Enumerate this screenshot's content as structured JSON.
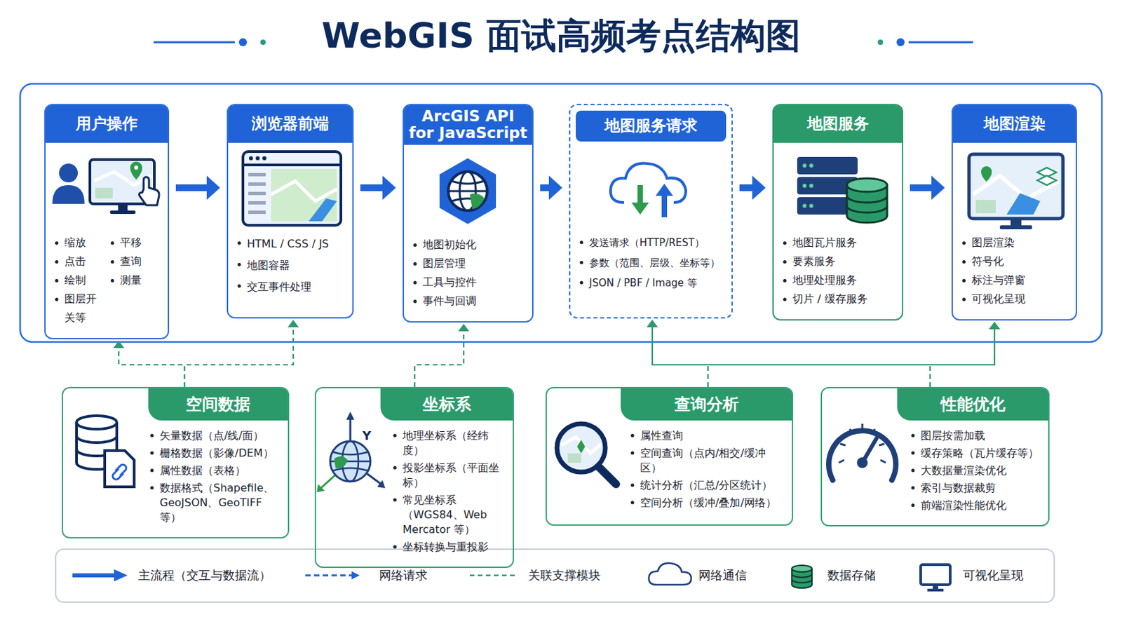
{
  "diagram": {
    "title": "WebGIS 面试高频考点结构图",
    "nodes": [
      {
        "text": [
          "用户操作",
          "缩放",
          "平移",
          "点击",
          "查询",
          "绘制",
          "测量",
          "图层开关等"
        ]
      },
      {
        "text": [
          "浏览器前端",
          "HTML / CSS / JS",
          "地图容器",
          "交互事件处理"
        ]
      },
      {
        "text": [
          "ArcGIS API for JavaScript",
          "地图初始化",
          "图层管理",
          "工具与控件",
          "事件与回调"
        ]
      },
      {
        "text": [
          "地图服务请求",
          "发送请求（HTTP/REST）",
          "参数（范围、层级、坐标等）",
          "JSON / PBF / Image 等"
        ]
      },
      {
        "text": [
          "地图服务",
          "地图瓦片服务",
          "要素服务",
          "地理处理服务",
          "切片 / 缓存服务"
        ]
      },
      {
        "text": [
          "地图渲染",
          "图层渲染",
          "符号化",
          "标注与弹窗",
          "可视化呈现"
        ]
      },
      {
        "text": [
          "空间数据",
          "矢量数据（点/线/面）",
          "栅格数据（影像/DEM）",
          "属性数据（表格）",
          "数据格式（Shapefile、GeoJSON、GeoTIFF等）"
        ]
      },
      {
        "text": [
          "坐标系",
          "地理坐标系（经纬度）",
          "投影坐标系（平面坐标）",
          "常见坐标系（WGS84、Web Mercator 等）",
          "坐标转换与重投影"
        ]
      },
      {
        "text": [
          "查询分析",
          "属性查询",
          "空间查询（点内/相交/缓冲区）",
          "统计分析（汇总/分区统计）",
          "空间分析（缓冲/叠加/网络）"
        ]
      },
      {
        "text": [
          "性能优化",
          "图层按需加载",
          "缓存策略（瓦片缓存等）",
          "大数据量渲染优化",
          "索引与数据裁剪",
          "前端渲染性能优化"
        ]
      }
    ],
    "edges": [
      {
        "from": 0,
        "to": 1,
        "arrow": "to"
      },
      {
        "from": 1,
        "to": 2,
        "arrow": "to"
      },
      {
        "from": 2,
        "to": 3,
        "arrow": "to"
      },
      {
        "from": 3,
        "to": 4,
        "arrow": "to"
      },
      {
        "from": 4,
        "to": 5,
        "arrow": "to"
      },
      {
        "from": 6,
        "to": 0,
        "arrow": "to"
      },
      {
        "from": 6,
        "to": 1,
        "arrow": "to"
      },
      {
        "from": 7,
        "to": 2,
        "arrow": "to"
      },
      {
        "from": 8,
        "to": 3,
        "arrow": "to"
      },
      {
        "from": 8,
        "to": 5,
        "arrow": "to"
      },
      {
        "from": 9,
        "to": 3,
        "arrow": "to"
      },
      {
        "from": 9,
        "to": 5,
        "arrow": "to"
      }
    ],
    "labels": [
      "Y"
    ],
    "legend": [
      {
        "text": "主流程（交互与数据流）"
      },
      {
        "text": "网络请求"
      },
      {
        "text": "关联支撑模块"
      },
      {
        "text": "网络通信"
      },
      {
        "text": "数据存储"
      },
      {
        "text": "可视化呈现"
      }
    ]
  }
}
